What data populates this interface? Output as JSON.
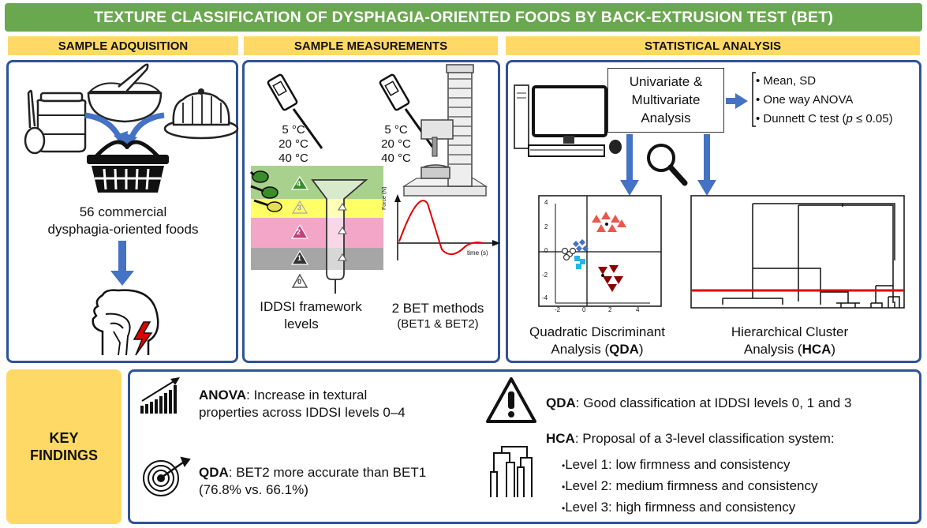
{
  "title": "TEXTURE CLASSIFICATION OF DYSPHAGIA-ORIENTED FOODS BY BACK-EXTRUSION TEST (BET)",
  "sections": {
    "acquisition": "SAMPLE ADQUISITION",
    "measurements": "SAMPLE MEASUREMENTS",
    "analysis": "STATISTICAL ANALYSIS"
  },
  "acquisition": {
    "line1": "56 commercial",
    "line2": "dysphagia-oriented foods"
  },
  "measurements": {
    "temps_left": [
      "5 °C",
      "20 °C",
      "40 °C"
    ],
    "temps_right": [
      "5 °C",
      "20 °C",
      "40 °C"
    ],
    "iddsi_levels": [
      "4",
      "3",
      "2",
      "1",
      "0"
    ],
    "iddsi_label_1": "IDDSI framework",
    "iddsi_label_2": "levels",
    "bet_label_1": "2 BET methods",
    "bet_label_2": "(BET1 & BET2)",
    "force_axis": "Force (N)",
    "time_axis": "time (s)"
  },
  "analysis": {
    "box_1": "Univariate &",
    "box_2": "Multivariate",
    "box_3": "Analysis",
    "bullets": [
      "Mean, SD",
      "One way ANOVA",
      "Dunnett C test ("
    ],
    "bullet3_p": "p",
    "bullet3_rest": " ≤ 0.05)",
    "qda_1": "Quadratic Discriminant",
    "qda_2a": "Analysis (",
    "qda_2b": "QDA",
    "qda_2c": ")",
    "hca_1": "Hierarchical Cluster",
    "hca_2a": "Analysis (",
    "hca_2b": "HCA",
    "hca_2c": ")",
    "qda_y_ticks": [
      "4",
      "2",
      "0",
      "-2",
      "-4"
    ],
    "qda_x_ticks": [
      "-2",
      "0",
      "2",
      "4"
    ]
  },
  "findings": {
    "heading_1": "KEY",
    "heading_2": "FINDINGS",
    "anova_bold": "ANOVA",
    "anova_text_1": ": Increase in textural",
    "anova_text_2": "properties across IDDSI levels 0–4",
    "qda1_bold": "QDA",
    "qda1_text_1": ": BET2 more accurate than BET1",
    "qda1_text_2": "(76.8% vs. 66.1%)",
    "qda2_bold": "QDA",
    "qda2_text": ": Good classification at IDDSI levels 0, 1 and 3",
    "hca_bold": "HCA",
    "hca_text": ": Proposal of a 3-level classification system:",
    "levels": [
      "Level 1: low firmness and consistency",
      "Level 2: medium firmness and consistency",
      "Level 3: high firmness and consistency"
    ]
  },
  "colors": {
    "title_green": "#6aa84f",
    "header_yellow": "#ffd966",
    "panel_border": "#2f5496",
    "arrow_blue": "#4472c4",
    "iddsi_4": "#a9d18e",
    "iddsi_3": "#ffff66",
    "iddsi_2": "#f4a6c8",
    "iddsi_1": "#a6a6a6",
    "curve_red": "#e00000"
  }
}
